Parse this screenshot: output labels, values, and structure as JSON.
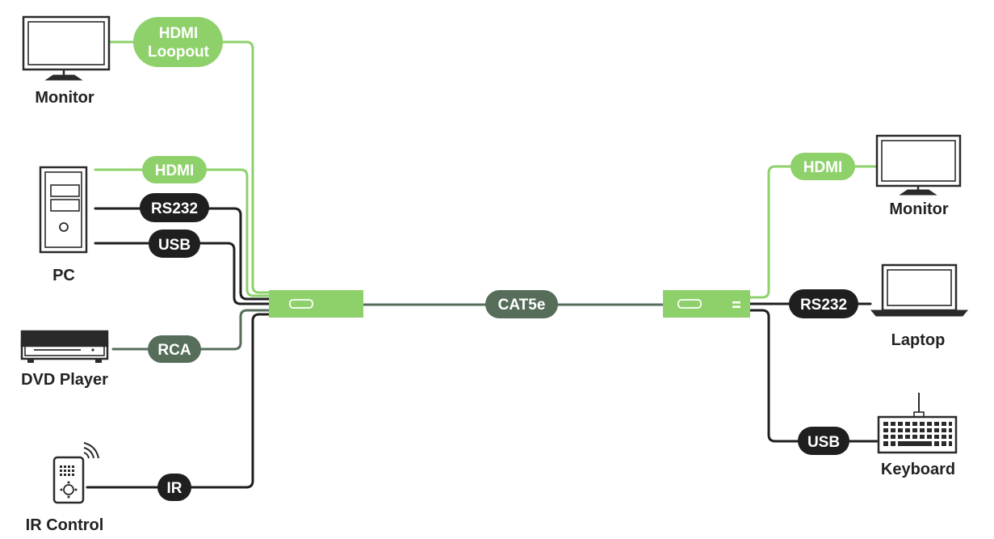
{
  "colors": {
    "green": "#8ed16b",
    "dark": "#1f1f1f",
    "slate": "#566d5a",
    "outline": "#2a2a2a",
    "label": "#222222"
  },
  "devices": {
    "monitor_left": "Monitor",
    "pc": "PC",
    "dvd_player": "DVD Player",
    "ir_control": "IR Control",
    "monitor_right": "Monitor",
    "laptop": "Laptop",
    "keyboard": "Keyboard"
  },
  "cables": {
    "hdmi_loopout_line1": "HDMI",
    "hdmi_loopout_line2": "Loopout",
    "hdmi_pc": "HDMI",
    "rs232_pc": "RS232",
    "usb_pc": "USB",
    "rca": "RCA",
    "ir": "IR",
    "cat5e": "CAT5e",
    "hdmi_monitor": "HDMI",
    "rs232_laptop": "RS232",
    "usb_keyboard": "USB"
  },
  "units": {
    "transmitter_label": "",
    "receiver_label": ""
  }
}
